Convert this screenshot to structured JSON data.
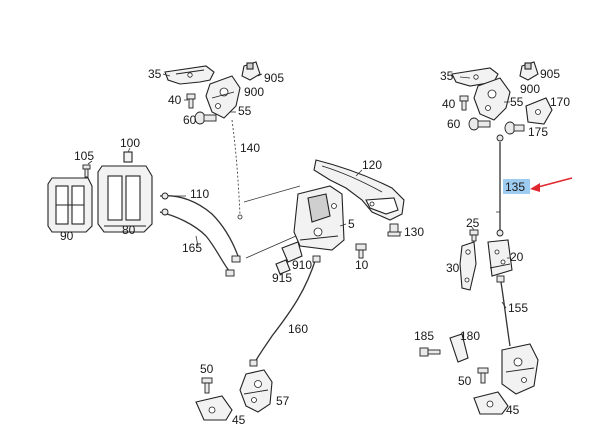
{
  "diagram": {
    "callouts": {
      "c35a": "35",
      "c905a": "905",
      "c900a": "900",
      "c40a": "40",
      "c60a": "60",
      "c55a": "55",
      "c140": "140",
      "c105": "105",
      "c100": "100",
      "c110": "110",
      "c90": "90",
      "c80": "80",
      "c165": "165",
      "c120": "120",
      "c5": "5",
      "c130": "130",
      "c10": "10",
      "c910": "910",
      "c915": "915",
      "c160": "160",
      "c50a": "50",
      "c57": "57",
      "c45a": "45",
      "c35b": "35",
      "c905b": "905",
      "c900b": "900",
      "c40b": "40",
      "c55b": "55",
      "c170": "170",
      "c60b": "60",
      "c175": "175",
      "c135": "135",
      "c25": "25",
      "c30": "30",
      "c20": "20",
      "c155": "155",
      "c185": "185",
      "c180": "180",
      "c50b": "50",
      "c45b": "45"
    },
    "highlight_color": "#9ecbf0",
    "arrow_color": "#e0282e"
  }
}
